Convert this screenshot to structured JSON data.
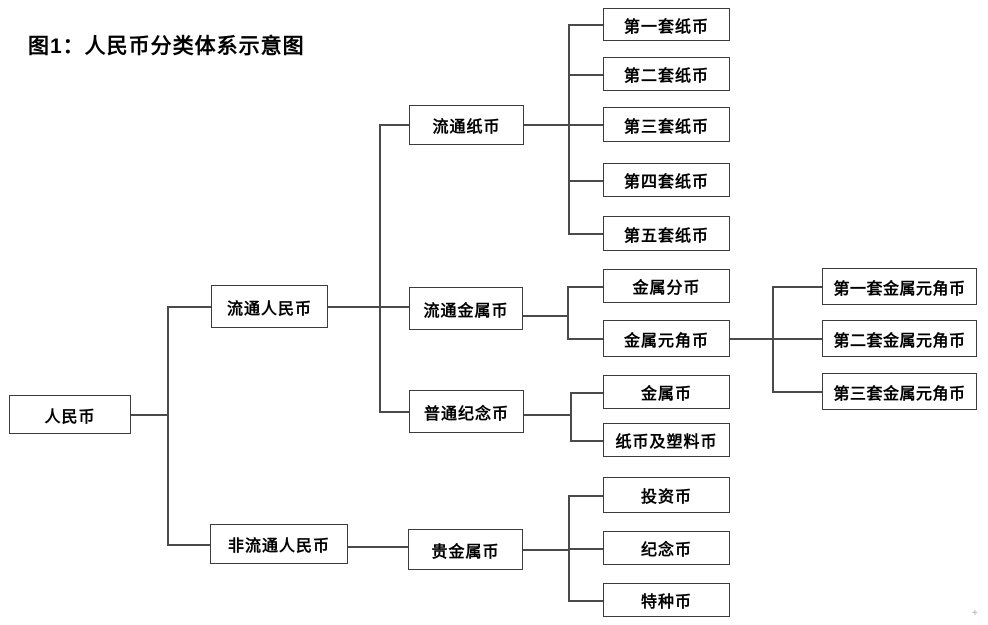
{
  "title": "图1：人民币分类体系示意图",
  "corner_mark": "+",
  "nodes": {
    "root": "人民币",
    "circulating": "流通人民币",
    "non_circulating": "非流通人民币",
    "circ_paper": "流通纸币",
    "circ_metal": "流通金属币",
    "ordinary_commemorative": "普通纪念币",
    "precious_metal": "贵金属币",
    "paper_set1": "第一套纸币",
    "paper_set2": "第二套纸币",
    "paper_set3": "第三套纸币",
    "paper_set4": "第四套纸币",
    "paper_set5": "第五套纸币",
    "metal_fen": "金属分币",
    "metal_yuan_jiao": "金属元角币",
    "comm_metal": "金属币",
    "comm_paper_plastic": "纸币及塑料币",
    "invest_coin": "投资币",
    "commemorative_coin": "纪念币",
    "special_coin": "特种币",
    "my_set1": "第一套金属元角币",
    "my_set2": "第二套金属元角币",
    "my_set3": "第三套金属元角币"
  },
  "hierarchy": {
    "label": "人民币",
    "children": [
      {
        "label": "流通人民币",
        "children": [
          {
            "label": "流通纸币",
            "children": [
              {
                "label": "第一套纸币"
              },
              {
                "label": "第二套纸币"
              },
              {
                "label": "第三套纸币"
              },
              {
                "label": "第四套纸币"
              },
              {
                "label": "第五套纸币"
              }
            ]
          },
          {
            "label": "流通金属币",
            "children": [
              {
                "label": "金属分币"
              },
              {
                "label": "金属元角币",
                "children": [
                  {
                    "label": "第一套金属元角币"
                  },
                  {
                    "label": "第二套金属元角币"
                  },
                  {
                    "label": "第三套金属元角币"
                  }
                ]
              }
            ]
          },
          {
            "label": "普通纪念币",
            "children": [
              {
                "label": "金属币"
              },
              {
                "label": "纸币及塑料币"
              }
            ]
          }
        ]
      },
      {
        "label": "非流通人民币",
        "children": [
          {
            "label": "贵金属币",
            "children": [
              {
                "label": "投资币"
              },
              {
                "label": "纪念币"
              },
              {
                "label": "特种币"
              }
            ]
          }
        ]
      }
    ]
  }
}
